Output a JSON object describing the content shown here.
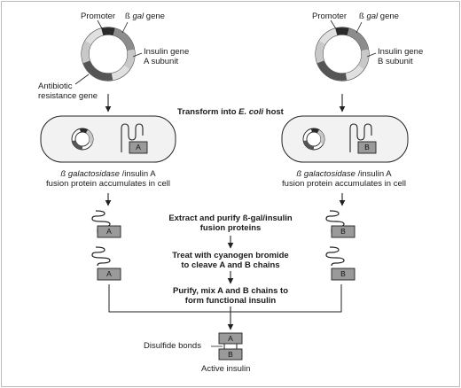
{
  "labels": {
    "promoter_left": "Promoter",
    "bgal_left_symbol": "ß",
    "bgal_left_word": "gal",
    "bgal_left_rest": " gene",
    "insulin_a_1": "Insulin gene",
    "insulin_a_2": "A subunit",
    "antibiotic_1": "Antibiotic",
    "antibiotic_2": "resistance gene",
    "promoter_right": "Promoter",
    "bgal_right_symbol": "ß",
    "bgal_right_word": "gal",
    "bgal_right_rest": " gene",
    "insulin_b_1": "Insulin gene",
    "insulin_b_2": "B subunit",
    "transform_prefix": "Transform into ",
    "transform_italic": "E. coli",
    "transform_suffix": " host",
    "fusion_left_italic": "ß galactosidase",
    "fusion_left_rest": " /insulin A",
    "fusion_left_2": "fusion protein accumulates in cell",
    "fusion_right_italic": "ß galactosidase",
    "fusion_right_rest": " /insulin A",
    "fusion_right_2": "fusion protein accumulates in cell",
    "step1_1": "Extract and purify ß-gal/insulin",
    "step1_2": "fusion proteins",
    "step2_1": "Treat with cyanogen bromide",
    "step2_2": "to cleave A and B chains",
    "step3_1": "Purify, mix A and B chains to",
    "step3_2": "form functional insulin",
    "disulfide": "Disulfide bonds",
    "active": "Active insulin"
  },
  "chains": {
    "a": "A",
    "b": "B"
  },
  "colors": {
    "line": "#222222",
    "promoter": "#2a2a2a",
    "bgal": "#8c8c8c",
    "insulin": "#c8c8c8",
    "antibiotic": "#555555",
    "plasmid_base": "#e0e0e0",
    "cell_fill": "#f2f2f2",
    "chain_box": "#9a9a9a"
  }
}
